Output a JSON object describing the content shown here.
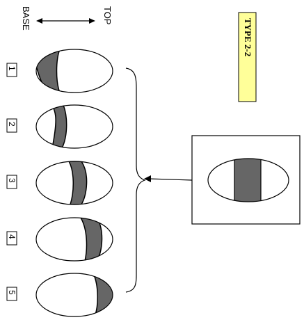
{
  "axis": {
    "base_label": "BASE",
    "top_label": "TOP"
  },
  "type_box": {
    "label": "TYPE 2-2",
    "fill_color": "#ffff99"
  },
  "items": [
    {
      "number": "1",
      "band_position": 0.1
    },
    {
      "number": "2",
      "band_position": 0.33
    },
    {
      "number": "3",
      "band_position": 0.55
    },
    {
      "number": "4",
      "band_position": 0.77
    },
    {
      "number": "5",
      "band_position": 0.93
    }
  ],
  "band_color": "#666666",
  "outline_color": "#000000"
}
